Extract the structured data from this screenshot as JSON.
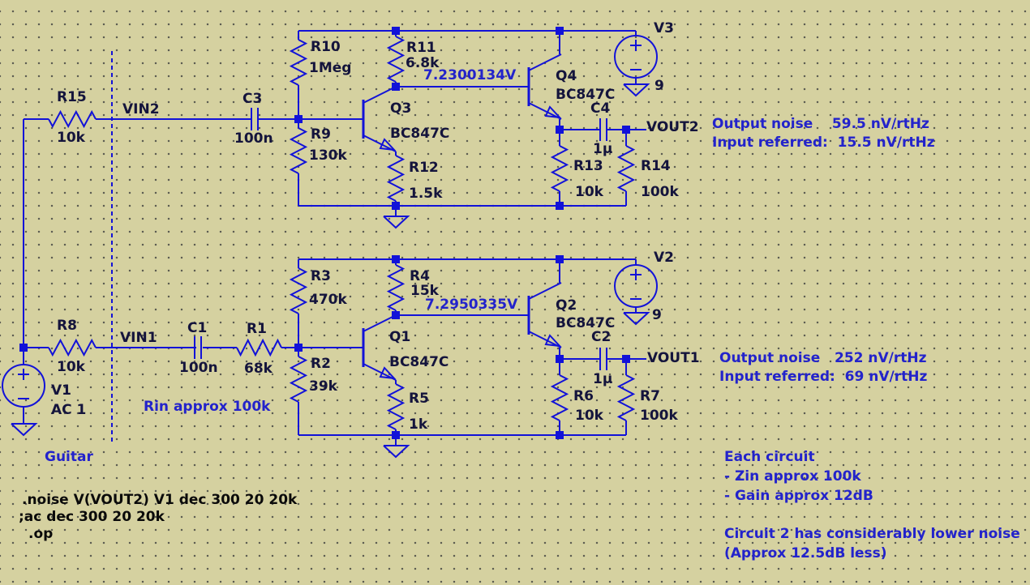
{
  "app": {
    "type": "spice-schematic-editor"
  },
  "colors": {
    "background": "#d5d1a0",
    "grid_dot": "#5d5d52",
    "wire": "#1212d8",
    "component_text": "#14143c",
    "comment_text": "#2323cb",
    "directive_text": "#0a0a0a"
  },
  "top_circuit": {
    "nets": {
      "input": "VIN2",
      "output": "VOUT2"
    },
    "components": {
      "r15": {
        "ref": "R15",
        "value": "10k"
      },
      "c3": {
        "ref": "C3",
        "value": "100n"
      },
      "r10": {
        "ref": "R10",
        "value": "1Meg"
      },
      "r9": {
        "ref": "R9",
        "value": "130k"
      },
      "r11": {
        "ref": "R11",
        "value": "6.8k"
      },
      "r12": {
        "ref": "R12",
        "value": "1.5k"
      },
      "q3": {
        "ref": "Q3",
        "value": "BC847C"
      },
      "q4": {
        "ref": "Q4",
        "value": "BC847C"
      },
      "c4": {
        "ref": "C4",
        "value": "1µ"
      },
      "r13": {
        "ref": "R13",
        "value": "10k"
      },
      "r14": {
        "ref": "R14",
        "value": "100k"
      },
      "v3": {
        "ref": "V3",
        "value": "9"
      }
    },
    "op_voltage": "7.2300134V",
    "noise": {
      "output": "Output noise    59.5 nV/rtHz",
      "input_referred": "Input referred:  15.5 nV/rtHz"
    }
  },
  "bottom_circuit": {
    "nets": {
      "input": "VIN1",
      "output": "VOUT1"
    },
    "components": {
      "r8": {
        "ref": "R8",
        "value": "10k"
      },
      "v1": {
        "ref": "V1",
        "value": "AC 1"
      },
      "c1": {
        "ref": "C1",
        "value": "100n"
      },
      "r1": {
        "ref": "R1",
        "value": "68k"
      },
      "r3": {
        "ref": "R3",
        "value": "470k"
      },
      "r2": {
        "ref": "R2",
        "value": "39k"
      },
      "r4": {
        "ref": "R4",
        "value": "15k"
      },
      "r5": {
        "ref": "R5",
        "value": "1k"
      },
      "q1": {
        "ref": "Q1",
        "value": "BC847C"
      },
      "q2": {
        "ref": "Q2",
        "value": "BC847C"
      },
      "c2": {
        "ref": "C2",
        "value": "1µ"
      },
      "r6": {
        "ref": "R6",
        "value": "10k"
      },
      "r7": {
        "ref": "R7",
        "value": "100k"
      },
      "v2": {
        "ref": "V2",
        "value": "9"
      }
    },
    "op_voltage": "7.2950335V",
    "noise": {
      "output": "Output noise   252 nV/rtHz",
      "input_referred": "Input referred:  69 nV/rtHz"
    }
  },
  "comments": {
    "source": "Guitar",
    "rin": "Rin approx 100k",
    "each_circuit_title": "Each circuit",
    "each_circuit_zin": "- Zin approx 100k",
    "each_circuit_gain": "- Gain approx 12dB",
    "conclusion_line1": "Circuit 2 has considerably lower noise",
    "conclusion_line2": "(Approx 12.5dB less)"
  },
  "directives": {
    "noise_analysis": ".noise V(VOUT2) V1 dec 300 20 20k",
    "ac_analysis": ";ac dec 300 20 20k",
    "op": ".op"
  }
}
